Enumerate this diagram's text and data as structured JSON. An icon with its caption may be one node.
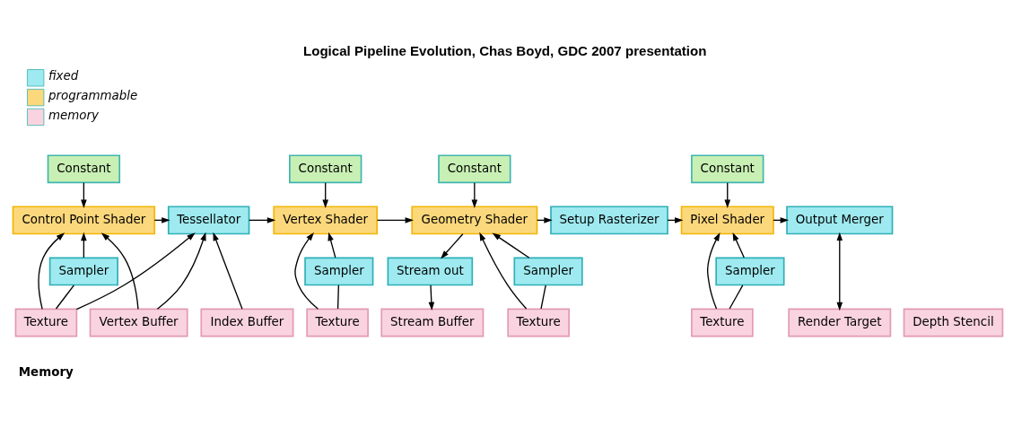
{
  "diagram": {
    "title": "Logical Pipeline Evolution, Chas Boyd, GDC 2007 presentation",
    "nodes": [
      {
        "text": [
          "Constant"
        ]
      },
      {
        "text": [
          "Constant"
        ]
      },
      {
        "text": [
          "Constant"
        ]
      },
      {
        "text": [
          "Constant"
        ]
      },
      {
        "text": [
          "Control Point Shader"
        ]
      },
      {
        "text": [
          "Tessellator"
        ]
      },
      {
        "text": [
          "Vertex Shader"
        ]
      },
      {
        "text": [
          "Geometry Shader"
        ]
      },
      {
        "text": [
          "Setup Rasterizer"
        ]
      },
      {
        "text": [
          "Pixel Shader"
        ]
      },
      {
        "text": [
          "Output Merger"
        ]
      },
      {
        "text": [
          "Sampler"
        ]
      },
      {
        "text": [
          "Sampler"
        ]
      },
      {
        "text": [
          "Sampler"
        ]
      },
      {
        "text": [
          "Stream out"
        ]
      },
      {
        "text": [
          "Sampler"
        ]
      },
      {
        "text": [
          "Texture"
        ]
      },
      {
        "text": [
          "Vertex Buffer"
        ]
      },
      {
        "text": [
          "Index Buffer"
        ]
      },
      {
        "text": [
          "Texture"
        ]
      },
      {
        "text": [
          "Texture"
        ]
      },
      {
        "text": [
          "Stream Buffer"
        ]
      },
      {
        "text": [
          "Texture"
        ]
      },
      {
        "text": [
          "Depth Stencil"
        ]
      },
      {
        "text": [
          "Render Target"
        ]
      }
    ],
    "edges": [
      {
        "from": 0,
        "to": 4,
        "arrow": "to"
      },
      {
        "from": 1,
        "to": 6,
        "arrow": "to"
      },
      {
        "from": 2,
        "to": 7,
        "arrow": "to"
      },
      {
        "from": 3,
        "to": 9,
        "arrow": "to"
      },
      {
        "from": 4,
        "to": 5,
        "arrow": "to"
      },
      {
        "from": 5,
        "to": 6,
        "arrow": "to"
      },
      {
        "from": 6,
        "to": 7,
        "arrow": "to"
      },
      {
        "from": 7,
        "to": 8,
        "arrow": "to"
      },
      {
        "from": 7,
        "to": 14,
        "arrow": "to"
      },
      {
        "from": 8,
        "to": 9,
        "arrow": "to"
      },
      {
        "from": 9,
        "to": 10,
        "arrow": "to"
      },
      {
        "from": 14,
        "to": 21,
        "arrow": "to"
      },
      {
        "from": 16,
        "to": 11,
        "arrow": "none"
      },
      {
        "from": 11,
        "to": 4,
        "arrow": "to"
      },
      {
        "from": 16,
        "to": 4,
        "arrow": "to"
      },
      {
        "from": 16,
        "to": 5,
        "arrow": "to"
      },
      {
        "from": 17,
        "to": 4,
        "arrow": "to"
      },
      {
        "from": 17,
        "to": 5,
        "arrow": "to"
      },
      {
        "from": 18,
        "to": 5,
        "arrow": "to"
      },
      {
        "from": 19,
        "to": 12,
        "arrow": "none"
      },
      {
        "from": 12,
        "to": 6,
        "arrow": "to"
      },
      {
        "from": 19,
        "to": 6,
        "arrow": "to"
      },
      {
        "from": 20,
        "to": 13,
        "arrow": "none"
      },
      {
        "from": 13,
        "to": 7,
        "arrow": "to"
      },
      {
        "from": 20,
        "to": 7,
        "arrow": "to"
      },
      {
        "from": 22,
        "to": 15,
        "arrow": "none"
      },
      {
        "from": 15,
        "to": 9,
        "arrow": "to"
      },
      {
        "from": 22,
        "to": 9,
        "arrow": "to"
      },
      {
        "from": 10,
        "to": 24,
        "arrow": "both"
      }
    ],
    "labels": [
      "Memory"
    ],
    "legend": [
      {
        "text": "fixed",
        "color": "#9eeaf0"
      },
      {
        "text": "programmable",
        "color": "#fcd87c"
      },
      {
        "text": "memory",
        "color": "#f9d3e0"
      }
    ]
  }
}
